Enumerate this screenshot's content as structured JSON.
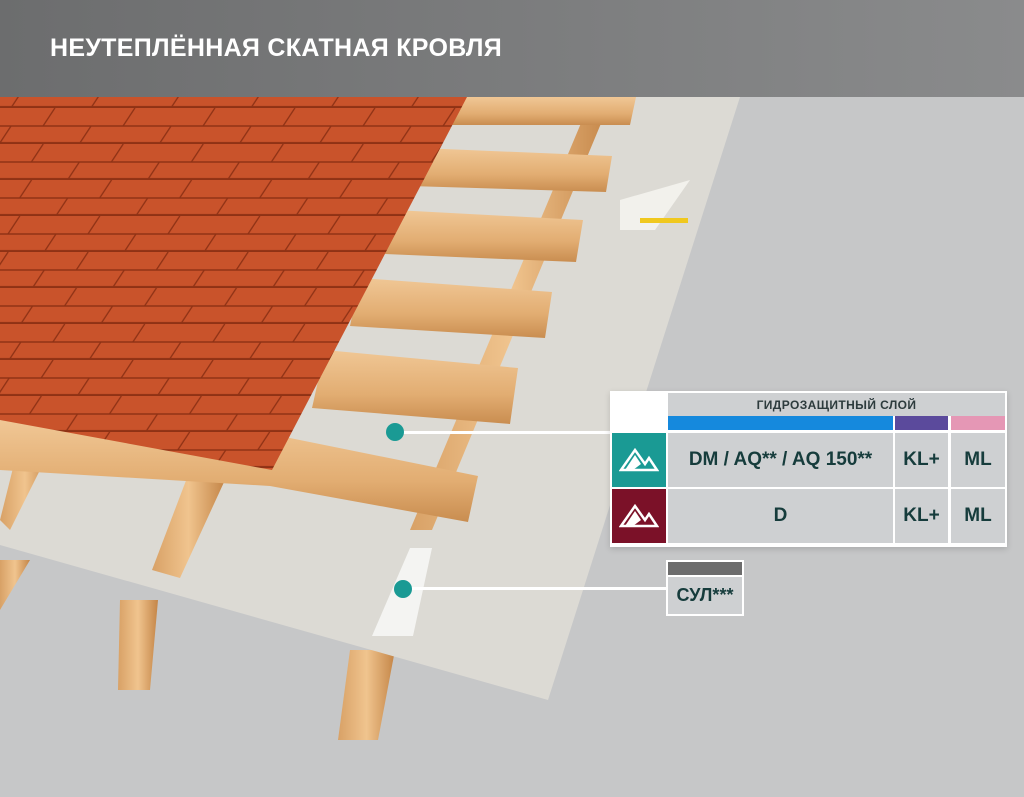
{
  "title": "НЕУТЕПЛЁННАЯ СКАТНАЯ КРОВЛЯ",
  "table": {
    "header": "ГИДРОЗАЩИТНЫЙ СЛОЙ",
    "bar_colors": [
      "#1589dd",
      "#5b4a9c",
      "#e597b5"
    ],
    "rows": [
      {
        "icon": "mountain-logo-icon",
        "icon_color": "#1a9a94",
        "cells": [
          "DM / AQ** / AQ 150**",
          "KL+",
          "ML"
        ]
      },
      {
        "icon": "mountain-logo-icon",
        "icon_color": "#7b1128",
        "cells": [
          "D",
          "KL+",
          "ML"
        ]
      }
    ]
  },
  "tape": {
    "label": "СУЛ***",
    "bar_color": "#6c6c6c"
  },
  "marker_color": "#1a9a94"
}
